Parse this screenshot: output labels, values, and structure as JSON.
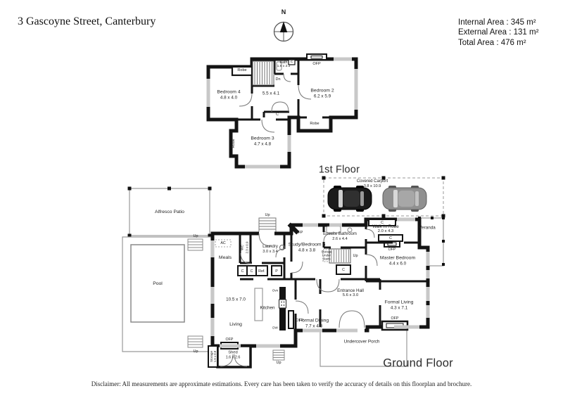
{
  "header": {
    "title": "3 Gascoyne Street, Canterbury",
    "internal_area": "Internal Area : 345 m²",
    "external_area": "External Area : 131 m²",
    "total_area": "Total Area : 476 m²",
    "compass_north": "N"
  },
  "floor1": {
    "label": "1st Floor",
    "bedroom2": {
      "name": "Bedroom 2",
      "dims": "6.2 x 5.9"
    },
    "bedroom3": {
      "name": "Bedroom 3",
      "dims": "4.7 x 4.8"
    },
    "bedroom4": {
      "name": "Bedroom 4",
      "dims": "4.8 x 4.0"
    },
    "landing_dims": "5.5 x 4.1",
    "bath": {
      "name": "Bath",
      "dims": "1.6 x 2.3"
    }
  },
  "ground": {
    "label": "Ground Floor",
    "meals": "Meals",
    "living": "Living",
    "living_dims": "10.5 x 7.0",
    "kitchen": "Kitchen",
    "laundry": {
      "name": "Laundry",
      "dims": "3.0 x 3.4"
    },
    "wc": {
      "name": "WC",
      "dims": "2.3 x 0.9"
    },
    "study": {
      "name": "Study/Bedroom 5",
      "dims": "4.8 x 3.8"
    },
    "ensuite": {
      "name": "Ensuite Bathroom",
      "dims": "2.6 x 4.4"
    },
    "walk_in_robe": {
      "name": "Walk In Robe",
      "dims": "2.0 x 4.3"
    },
    "master": {
      "name": "Master Bedroom",
      "dims": "4.4 x 6.0"
    },
    "entrance": {
      "name": "Entrance Hall",
      "dims": "5.6 x 3.0"
    },
    "formal_dining": {
      "name": "Formal Dining",
      "dims": "7.7 x 4.8"
    },
    "formal_living": {
      "name": "Formal Living",
      "dims": "4.3 x 7.1"
    },
    "storage_under_stairs": "Storage Under Stairs"
  },
  "outdoor": {
    "alfresco": "Alfresco Patio",
    "pool": "Pool",
    "carport": {
      "name": "Covered Carport",
      "dims": "3.8 x 10.9"
    },
    "veranda": "Veranda",
    "porch": "Undercover Porch",
    "shed": {
      "name": "Shed",
      "dims": "1.6 x 2.6"
    },
    "storage": {
      "name": "Storage",
      "dims": "1.6 x 0.8"
    }
  },
  "misc": {
    "c": "C",
    "ofp": "OFP",
    "up": "Up",
    "dn": "Dn",
    "robe": "Robe",
    "ref": "Ref.",
    "p": "P",
    "ac": "AC",
    "ovn": "Ovn",
    "dw": "DW"
  },
  "colors": {
    "wall": "#141414",
    "window": "#c8c8c8",
    "outline": "#999999",
    "car_black": "#1b1b1b",
    "car_gray": "#909090"
  },
  "footer": {
    "disclaimer": "Disclaimer: All measurements are approximate estimations. Every care has been taken to verify the accuracy of details on this floorplan and brochure."
  }
}
